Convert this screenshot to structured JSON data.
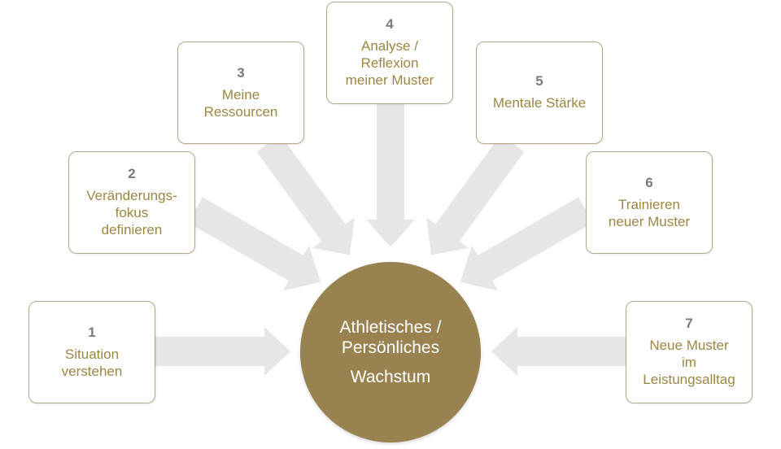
{
  "center": {
    "line1": "Athletisches /\nPersönliches",
    "line2": "Wachstum"
  },
  "steps": [
    {
      "number": "1",
      "label": "Situation\nverstehen"
    },
    {
      "number": "2",
      "label": "Veränderungs-\nfokus\ndefinieren"
    },
    {
      "number": "3",
      "label": "Meine\nRessourcen"
    },
    {
      "number": "4",
      "label": "Analyse /\nReflexion\nmeiner Muster"
    },
    {
      "number": "5",
      "label": "Mentale Stärke"
    },
    {
      "number": "6",
      "label": "Trainieren\nneuer Muster"
    },
    {
      "number": "7",
      "label": "Neue Muster\nim\nLeistungsalltag"
    }
  ],
  "colors": {
    "center_fill": "#978250",
    "label_text": "#9c8642",
    "number_text": "#7a7a7a",
    "box_border": "#b3a98a",
    "arrow_fill": "#e6e6e6"
  }
}
